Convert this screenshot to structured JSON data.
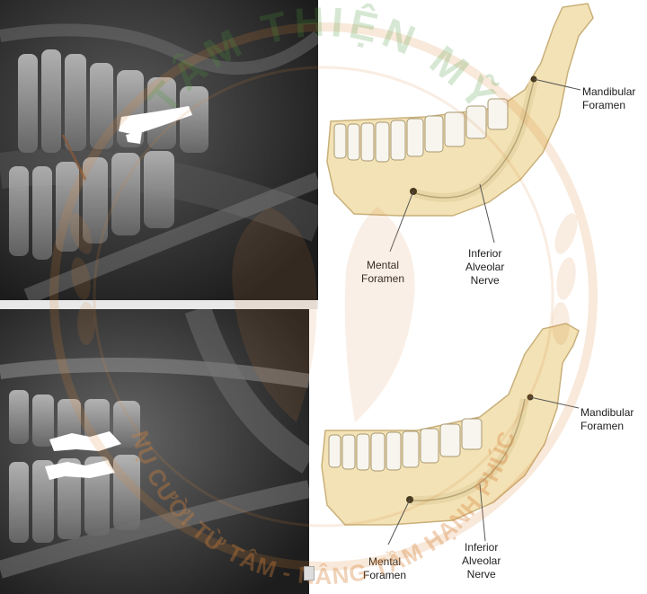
{
  "diagram_top": {
    "label_mandibular": "Mandibular\nForamen",
    "label_mental": "Mental\nForamen",
    "label_nerve": "Inferior\nAlveolar\nNerve"
  },
  "diagram_bottom": {
    "label_mandibular": "Mandibular\nForamen",
    "label_mental": "Mental\nForamen",
    "label_nerve": "Inferior\nAlveolar\nNerve"
  },
  "watermark": {
    "top_text": "TÂM THIỆN MỸ",
    "bottom_text": "NỤ CƯỜI TỪ TÂM - NÂNG TẦM HẠNH PHÚC"
  },
  "colors": {
    "bone": "#f3e2b5",
    "bone_edge": "#c8b07a",
    "tooth": "#f7f5ee",
    "watermark": "#d7833a",
    "watermark_green": "#4a9a3a",
    "xray_dark": "#1f1f1f",
    "xray_light": "#cfcfcf"
  }
}
